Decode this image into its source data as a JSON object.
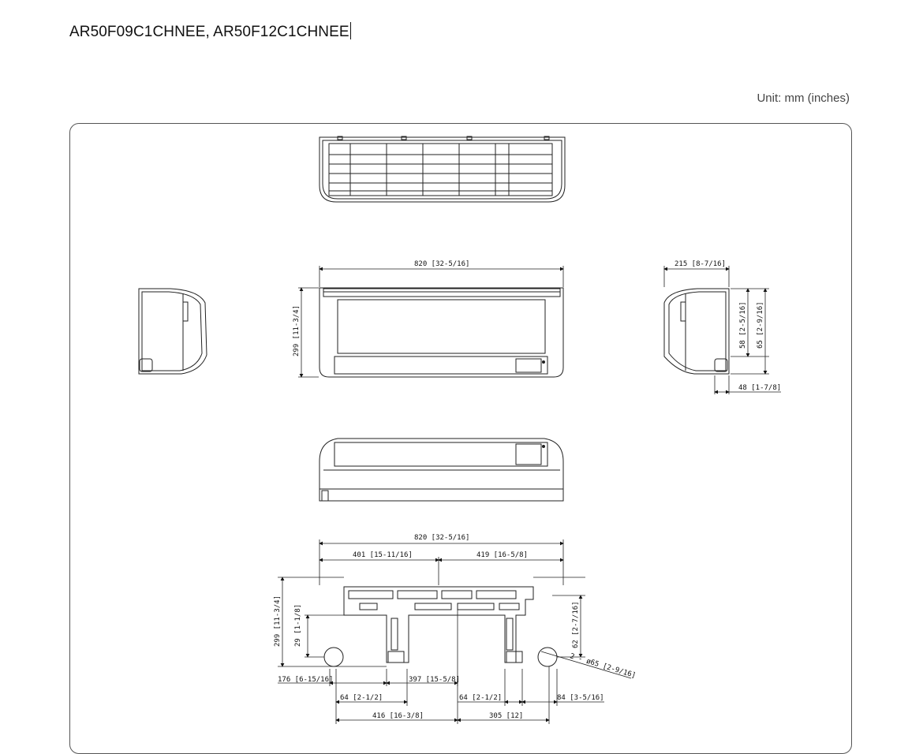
{
  "header": {
    "title": "AR50F09C1CHNEE, AR50F12C1CHNEE",
    "unit": "Unit: mm (inches)"
  },
  "dimensions": {
    "front_width": "820 [32-5/16]",
    "front_height": "299 [11-3/4]",
    "side_depth": "215 [8-7/16]",
    "side_58": "58 [2-5/16]",
    "side_65": "65 [2-9/16]",
    "side_48": "48 [1-7/8]",
    "bracket_width": "820 [32-5/16]",
    "bracket_left": "401 [15-11/16]",
    "bracket_right": "419 [16-5/8]",
    "bracket_height": "299 [11-3/4]",
    "bracket_29": "29 [1-1/8]",
    "bracket_62": "62 [2-7/16]",
    "hole": "2 - ø65 [2-9/16]",
    "bracket_176": "176 [6-15/16]",
    "bracket_397": "397 [15-5/8]",
    "bracket_64_left": "64 [2-1/2]",
    "bracket_64_right": "64 [2-1/2]",
    "bracket_84": "84 [3-5/16]",
    "bracket_416": "416 [16-3/8]",
    "bracket_305": "305 [12]"
  }
}
